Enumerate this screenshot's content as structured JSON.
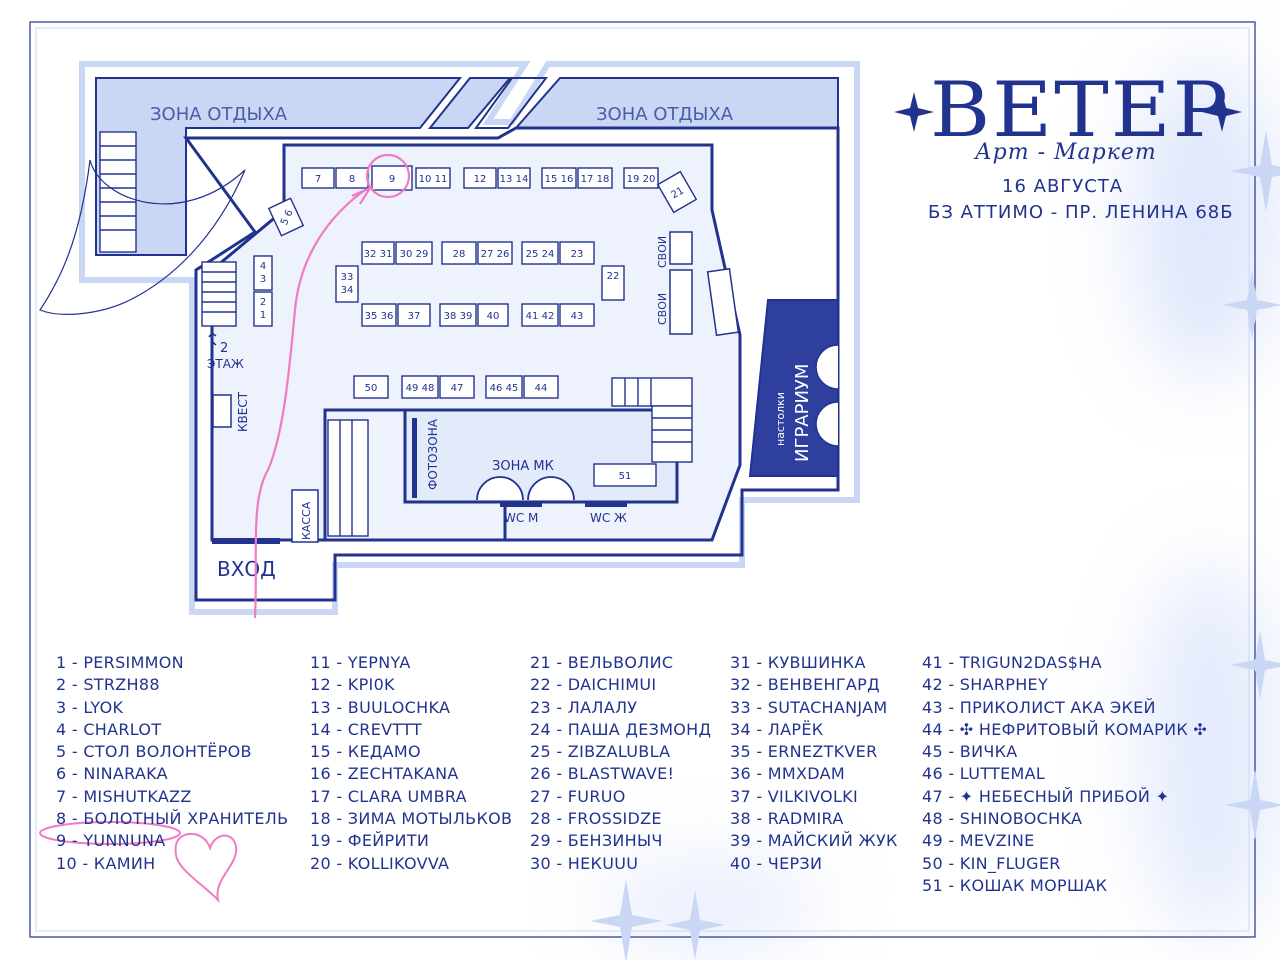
{
  "header": {
    "title": "ВЕТЕР",
    "subtitle": "Арт - Маркет",
    "date": "16 АВГУСТА",
    "address": "БЗ АТТИМО - ПР. ЛЕНИНА 68Б"
  },
  "colors": {
    "ink": "#22338f",
    "light_blue": "#c9d7f5",
    "highlight_pink": "#f07ac4",
    "background": "#ffffff"
  },
  "map": {
    "zone_rest_left": "ЗОНА ОТДЫХА",
    "zone_rest_right": "ЗОНА ОТДЫХА",
    "floor2_num": "2",
    "floor2_label": "ЭТАЖ",
    "quest": "КВЕСТ",
    "kassa": "КАССА",
    "entrance": "ВХОД",
    "photozone": "ФОТОЗОНА",
    "zone_mk": "ЗОНА МК",
    "wc_m": "WC М",
    "wc_f": "WC Ж",
    "svoi1": "СВОИ",
    "svoi2": "СВОИ",
    "igrarium": "ИГРАРИУМ",
    "nastolki": "настолки",
    "stalls": [
      "7",
      "8",
      "9",
      "10 11",
      "12",
      "13 14",
      "15 16",
      "17 18",
      "19 20",
      "21",
      "5 6",
      "4 3",
      "2 1",
      "32 31",
      "30 29",
      "28",
      "27 26",
      "25 24",
      "23",
      "33 34",
      "22",
      "35 36",
      "37",
      "38 39",
      "40",
      "41 42",
      "43",
      "50",
      "49 48",
      "47",
      "46 45",
      "44",
      "51"
    ]
  },
  "participants": {
    "col1": [
      "1 - PERSIMMON",
      "2 - STRZH88",
      "3 - LYOK",
      "4 - CHARLOT",
      "5 - СТОЛ ВОЛОНТЁРОВ",
      "6 - NINARAKA",
      "7 - MISHUTKAZZ",
      "8 - БОЛОТНЫЙ ХРАНИТЕЛЬ",
      "9 - YUNNUNA",
      "10 - КАМИН"
    ],
    "col2": [
      "11 - YEPNYA",
      "12 - KPI0K",
      "13 - BUULOCHKA",
      "14 - CREVTTT",
      "15 - КЕДАМО",
      "16 - ZECHTAKANA",
      "17 - CLARA UMBRA",
      "18 - ЗИМА МОТЫЛЬКОВ",
      "19 - ФЕЙРИТИ",
      "20 - KOLLIKOVVA"
    ],
    "col3": [
      "21 - ВЕЛЬВОЛИС",
      "22 - DAICHIMUI",
      "23 - ЛАЛАЛУ",
      "24 - ПАША ДЕЗМОНД",
      "25 - ZIBZALUBLA",
      "26 - BLASTWAVE!",
      "27 - FURUO",
      "28 - FROSSIDZE",
      "29 - БЕНЗИНЫЧ",
      "30 - НЕКUUU"
    ],
    "col4": [
      "31 - КУВШИНКА",
      "32 - ВЕНВЕНГАРД",
      "33 - SUTACHANJAM",
      "34 - ЛАРЁК",
      "35 - ERNEZTKVER",
      "36 - MMXDAM",
      "37 - VILKIVOLKI",
      "38 - RADMIRA",
      "39 - МАЙСКИЙ ЖУК",
      "40 - ЧЕРЗИ"
    ],
    "col5": [
      "41 - TRIGUN2DAS$HA",
      "42 - SHARPHEY",
      "43 - ПРИКОЛИСТ АКА ЭКЕЙ",
      "44 - ✣ НЕФРИТОВЫЙ КОМАРИК ✣",
      "45 - ВИЧКА",
      "46 - LUTTEMAL",
      "47 - ✦ НЕБЕСНЫЙ ПРИБОЙ ✦",
      "48 - SHINOBOCHKA",
      "49 - MEVZINE",
      "50 - KIN_FLUGER",
      "51 - КОШАК МОРШАК"
    ]
  }
}
